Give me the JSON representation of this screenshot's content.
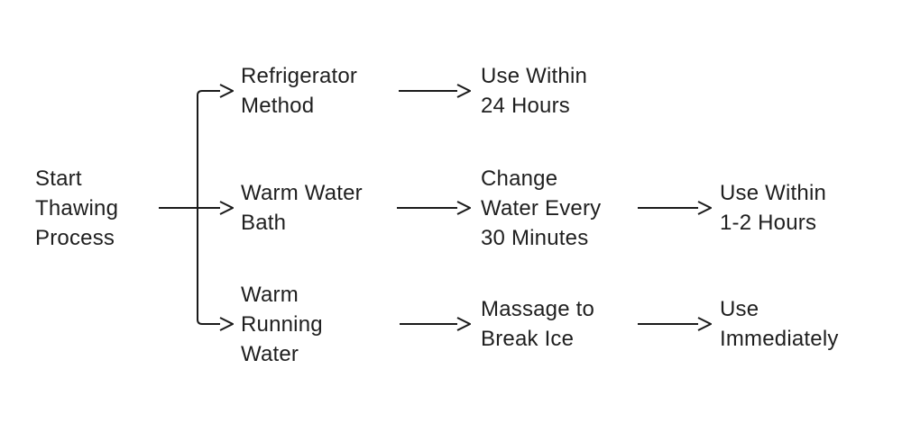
{
  "diagram": {
    "type": "flowchart",
    "direction": "left-to-right",
    "colors": {
      "background": "#ffffff",
      "line": "#1a1a1a",
      "text": "#1f1f1f"
    },
    "nodes": {
      "start": {
        "label": "Start\nThawing\nProcess"
      },
      "refrigerator_method": {
        "label": "Refrigerator\nMethod"
      },
      "warm_water_bath": {
        "label": "Warm Water\nBath"
      },
      "warm_running_water": {
        "label": "Warm\nRunning\nWater"
      },
      "use_within_24_hours": {
        "label": "Use Within\n24 Hours"
      },
      "change_water_every_30_minutes": {
        "label": "Change\nWater Every\n30 Minutes"
      },
      "massage_to_break_ice": {
        "label": "Massage to\nBreak Ice"
      },
      "use_within_1_2_hours": {
        "label": "Use Within\n1-2 Hours"
      },
      "use_immediately": {
        "label": "Use\nImmediately"
      }
    },
    "edges": [
      {
        "from": "start",
        "to": "refrigerator_method"
      },
      {
        "from": "start",
        "to": "warm_water_bath"
      },
      {
        "from": "start",
        "to": "warm_running_water"
      },
      {
        "from": "refrigerator_method",
        "to": "use_within_24_hours"
      },
      {
        "from": "warm_water_bath",
        "to": "change_water_every_30_minutes"
      },
      {
        "from": "change_water_every_30_minutes",
        "to": "use_within_1_2_hours"
      },
      {
        "from": "warm_running_water",
        "to": "massage_to_break_ice"
      },
      {
        "from": "massage_to_break_ice",
        "to": "use_immediately"
      }
    ]
  }
}
